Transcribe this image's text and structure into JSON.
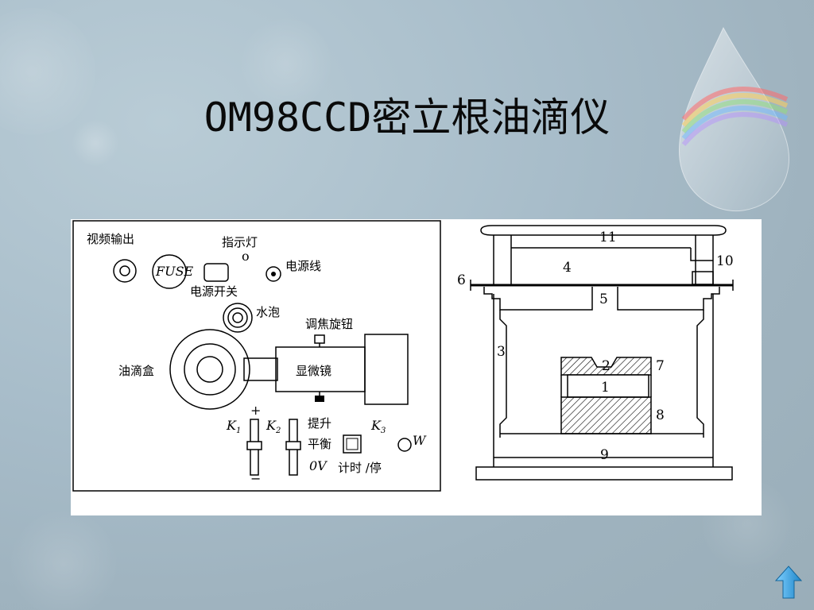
{
  "slide": {
    "title": "OM98CCD密立根油滴仪"
  },
  "left_diagram": {
    "video_out": "视频输出",
    "fuse": "FUSE",
    "indicator_light": "指示灯",
    "indicator_dot": "o",
    "power_cord": "电源线",
    "power_switch": "电源开关",
    "bubble_level": "水泡",
    "focus_knob": "调焦旋钮",
    "oil_box": "油滴盒",
    "microscope": "显微镜",
    "k1": "K",
    "k1_sub": "1",
    "k2": "K",
    "k2_sub": "2",
    "k3": "K",
    "k3_sub": "3",
    "plus": "+",
    "minus": "−",
    "lift": "提升",
    "balance": "平衡",
    "zero_v": "0V",
    "timer_stop": "计时 /停",
    "w_label": "W"
  },
  "right_diagram": {
    "n1": "1",
    "n2": "2",
    "n3": "3",
    "n4": "4",
    "n5": "5",
    "n6": "6",
    "n7": "7",
    "n8": "8",
    "n9": "9",
    "n10": "10",
    "n11": "11"
  },
  "colors": {
    "background": "#a9bdc9",
    "figure_bg": "#ffffff",
    "title_text": "#0a0a0a",
    "nav_arrow": "#2f9fe0"
  },
  "icons": {
    "nav": "up-arrow-icon"
  }
}
